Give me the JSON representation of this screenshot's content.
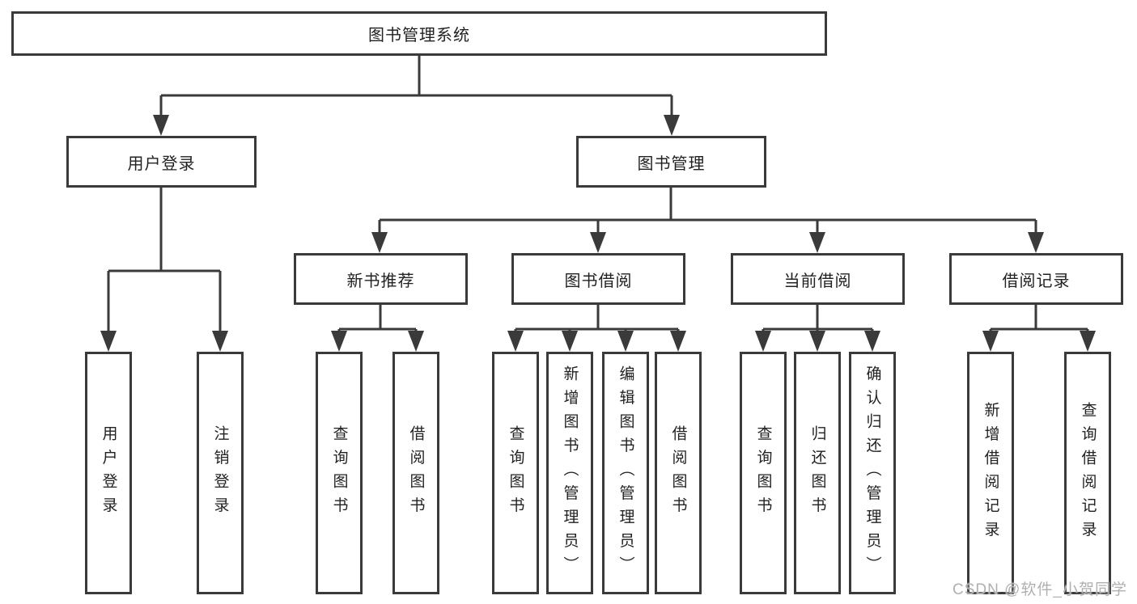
{
  "diagram_type": "hierarchy-tree",
  "tree": {
    "label": "图书管理系统",
    "children": [
      {
        "label": "用户登录",
        "children": [
          {
            "label": "用户登录"
          },
          {
            "label": "注销登录"
          }
        ]
      },
      {
        "label": "图书管理",
        "children": [
          {
            "label": "新书推荐",
            "children": [
              {
                "label": "查询图书"
              },
              {
                "label": "借阅图书"
              }
            ]
          },
          {
            "label": "图书借阅",
            "children": [
              {
                "label": "查询图书"
              },
              {
                "label": "新增图书（管理员）"
              },
              {
                "label": "编辑图书（管理员）"
              },
              {
                "label": "借阅图书"
              }
            ]
          },
          {
            "label": "当前借阅",
            "children": [
              {
                "label": "查询图书"
              },
              {
                "label": "归还图书"
              },
              {
                "label": "确认归还（管理员）"
              }
            ]
          },
          {
            "label": "借阅记录",
            "children": [
              {
                "label": "新增借阅记录"
              },
              {
                "label": "查询借阅记录"
              }
            ]
          }
        ]
      }
    ]
  },
  "watermark": {
    "text": "CSDN @软件_小贺同学"
  },
  "colors": {
    "line": "#3a3a3a",
    "text": "#222222",
    "background": "#ffffff",
    "watermark": "#b0b0b0"
  }
}
